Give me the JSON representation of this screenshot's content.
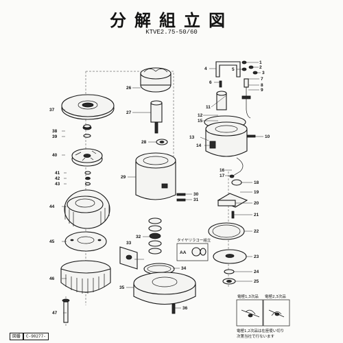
{
  "header": {
    "title": "分解組立図",
    "model": "KTVE2.75-50/60"
  },
  "callouts": {
    "c1": "1",
    "c2": "2",
    "c3": "3",
    "c4": "4",
    "c5": "5",
    "c6": "6",
    "c7": "7",
    "c8": "8",
    "c9": "9",
    "c10": "10",
    "c11": "11",
    "c12": "12",
    "c13": "13",
    "c14": "14",
    "c15": "15",
    "c16": "16",
    "c17": "17",
    "c18": "18",
    "c19": "19",
    "c20": "20",
    "c21": "21",
    "c22": "22",
    "c23": "23",
    "c24": "24",
    "c25": "25",
    "c26": "26",
    "c27": "27",
    "c28": "28",
    "c29": "29",
    "c30": "30",
    "c31": "31",
    "c32": "32",
    "c33": "33",
    "c34": "34",
    "c35": "35",
    "c36": "36",
    "c37": "37",
    "c38": "38",
    "c39": "39",
    "c40": "40",
    "c41": "41",
    "c42": "42",
    "c43": "43",
    "c44": "44",
    "c45": "45",
    "c46": "46",
    "c47": "47"
  },
  "detail": {
    "label": "タイヤリラコー組立",
    "code": "AA"
  },
  "cables": {
    "left_label": "電極1,3次品",
    "right_label": "電極2,3次品",
    "note_line1": "電極1,2次品は在座使い切り",
    "note_line2": "次第当社で行ないます"
  },
  "footer": {
    "label_a": "図番",
    "label_b": "C-90277-"
  }
}
